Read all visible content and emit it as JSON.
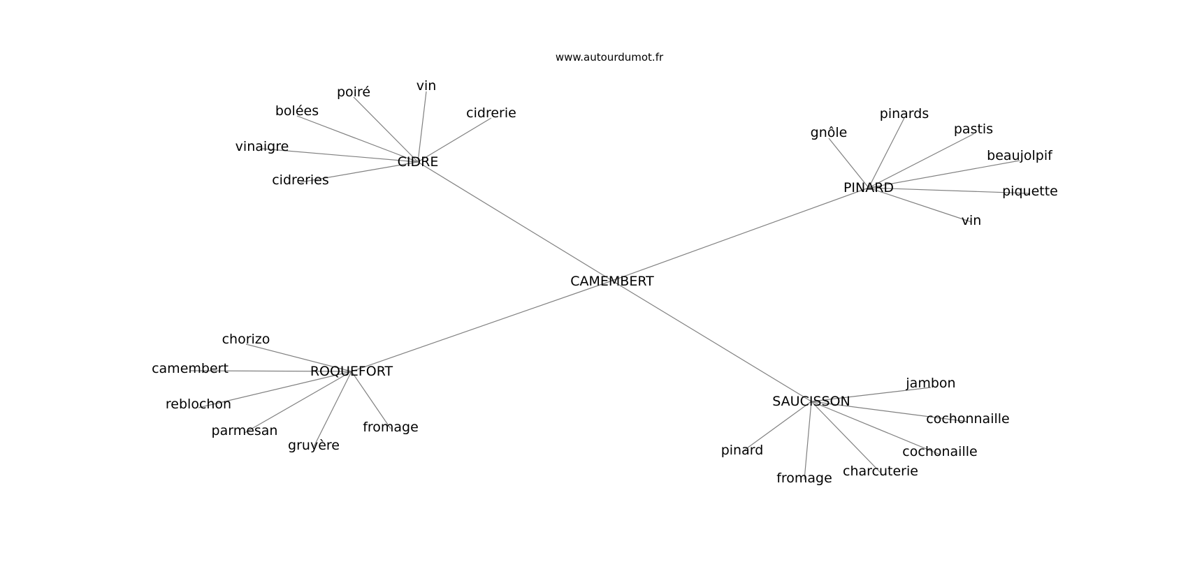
{
  "source": "www.autourdumot.fr",
  "center": "CAMEMBERT",
  "clusters": [
    {
      "hub": "CIDRE",
      "words": [
        "vin",
        "poiré",
        "bolées",
        "cidrerie",
        "vinaigre",
        "cidreries"
      ]
    },
    {
      "hub": "PINARD",
      "words": [
        "gnôle",
        "pinards",
        "pastis",
        "beaujolpif",
        "piquette",
        "vin"
      ]
    },
    {
      "hub": "ROQUEFORT",
      "words": [
        "chorizo",
        "camembert",
        "reblochon",
        "parmesan",
        "gruyère",
        "fromage"
      ]
    },
    {
      "hub": "SAUCISSON",
      "words": [
        "jambon",
        "cochonnaille",
        "cochonaille",
        "charcuterie",
        "fromage",
        "pinard"
      ]
    }
  ],
  "colors": {
    "edge": "#808080",
    "text": "#000000",
    "background": "#ffffff"
  }
}
